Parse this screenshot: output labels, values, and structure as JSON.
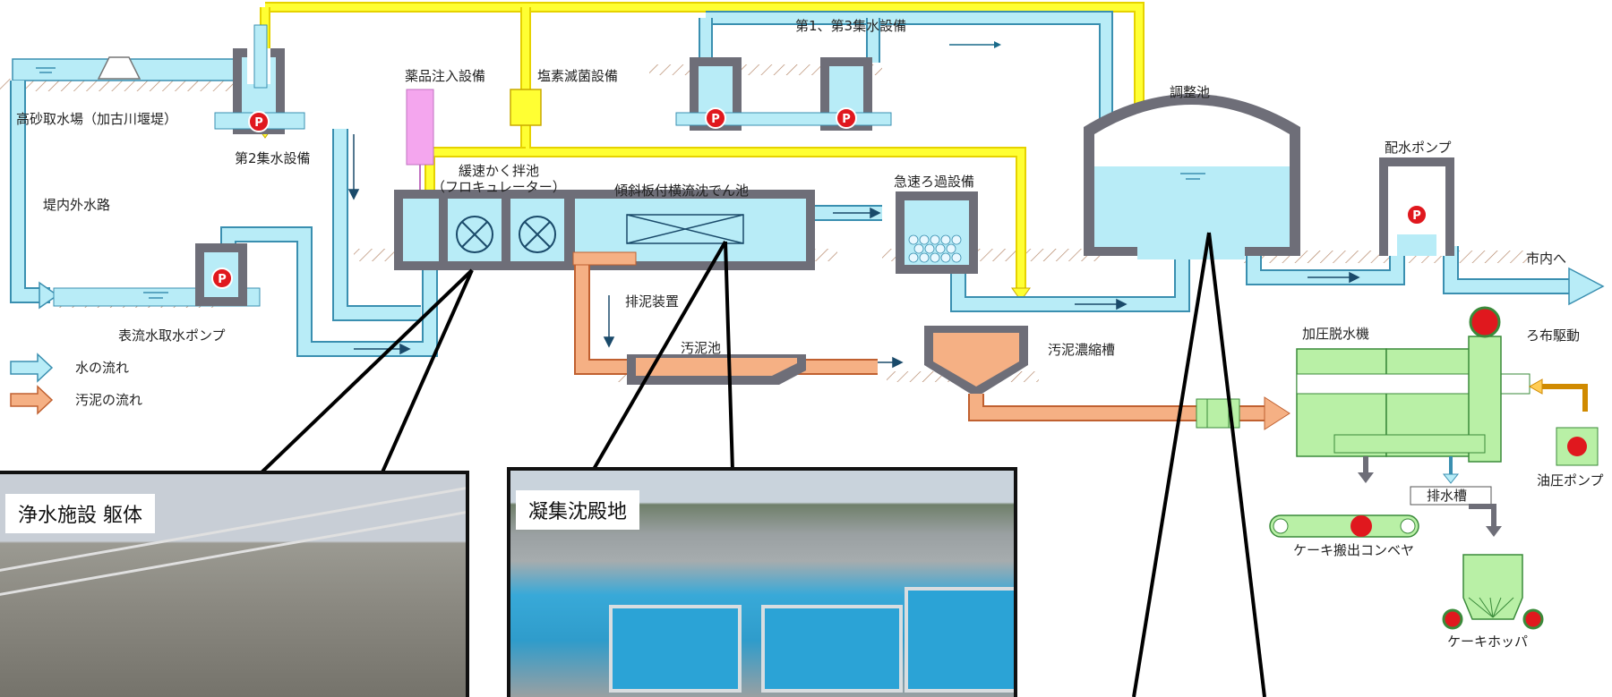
{
  "labels": {
    "intake_weir": "高砂取水場（加古川堰堤）",
    "collect2": "第2集水設備",
    "canal": "堤内外水路",
    "surface_pump": "表流水取水ポンプ",
    "chemical": "薬品注入設備",
    "chlorine": "塩素滅菌設備",
    "collect13": "第1、第3集水設備",
    "flocculator1": "緩速かく拌池",
    "flocculator2": "（フロキュレーター）",
    "settling": "傾斜板付横流沈でん池",
    "rapid_filter": "急速ろ過設備",
    "adjust_pond": "調整池",
    "dist_pump": "配水ポンプ",
    "to_city": "市内へ",
    "sludge_device": "排泥装置",
    "sludge_pond": "汚泥池",
    "thickener": "汚泥濃縮槽",
    "press": "加圧脱水機",
    "cloth_drive": "ろ布駆動",
    "oil_pump": "油圧ポンプ",
    "drain_tank": "排水槽",
    "conveyor": "ケーキ搬出コンベヤ",
    "hopper": "ケーキホッパ",
    "pump_mark": "P"
  },
  "legend": {
    "water": "水の流れ",
    "sludge": "汚泥の流れ"
  },
  "photos": {
    "left_caption": "浄水施設  躯体",
    "middle_caption": "凝集沈殿地"
  },
  "colors": {
    "water": "#b8ecf7",
    "water_stroke": "#3a8fb0",
    "chlorine": "#ffff33",
    "sludge": "#f5b084",
    "wall": "#6e6e78",
    "equipment": "#b9f0a6",
    "pump": "#e0181e",
    "chemical": "#f4a6ee"
  }
}
